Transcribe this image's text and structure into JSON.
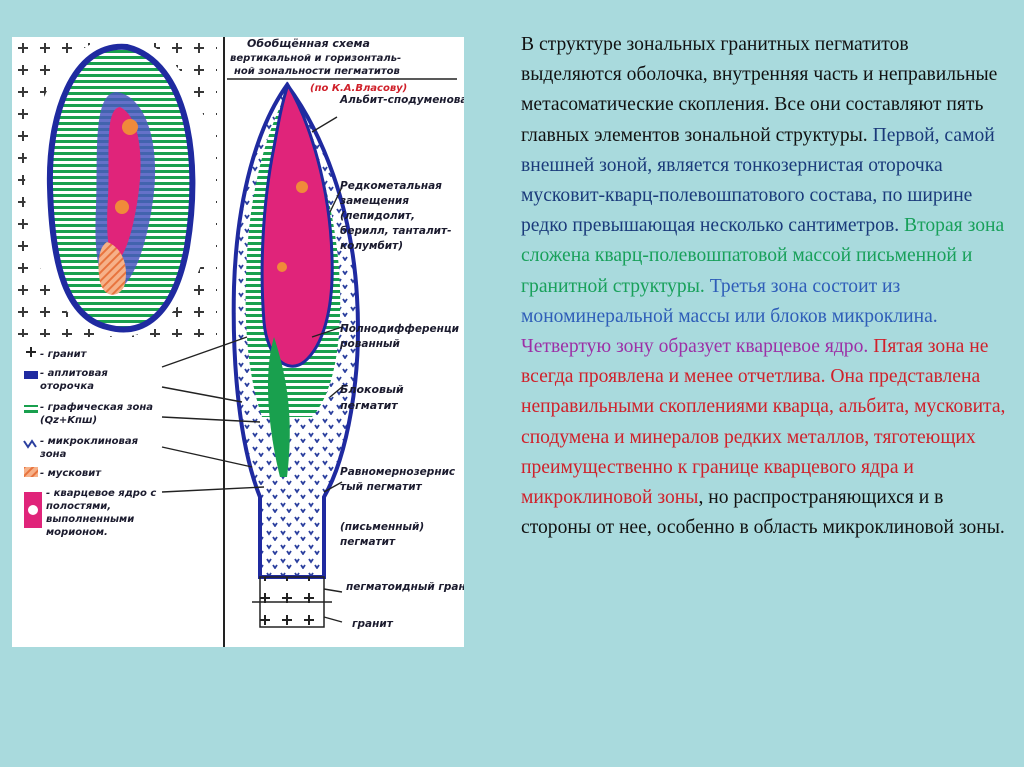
{
  "colors": {
    "background": "#a9dadd",
    "black": "#111111",
    "navy": "#1f3c88",
    "blue_dark": "#1a3a7a",
    "green": "#18a05a",
    "blue": "#2e5db8",
    "purple": "#9c2fa6",
    "red": "#d0202a"
  },
  "figure": {
    "title_lines": [
      "Обобщённая схема",
      "вертикальной и горизонталь-",
      "ной зональности пегматитов"
    ],
    "author": "(по К.А.Власову)",
    "legend": [
      {
        "label": "- гранит"
      },
      {
        "label": "- аплитовая оторочка"
      },
      {
        "label": "- графическая зона (Qz+Kпш)"
      },
      {
        "label": "- микроклиновая зона"
      },
      {
        "label": "- мусковит"
      },
      {
        "label": "- кварцевое ядро с полостями, выполненными морионом."
      }
    ],
    "right_labels": [
      "Альбит-сподуменовая",
      "Редкометальная замещения (лепидолит, берилл, танталит-колумбит)",
      "Полнодифференцированный",
      "Блоковый пегматит",
      "Равномернозернистый пегматит",
      "(письменный) пегматит",
      "пегматоидный гранит",
      "гранит"
    ]
  },
  "text": {
    "segments": [
      {
        "t": "В структуре зональных гранитных пегматитов выделяются оболочка, внутренняя часть и неправильные метасоматические скопления. Все они составляют пять главных элементов зональной структуры. ",
        "c": "#111111"
      },
      {
        "t": "Первой, самой внешней зоной, является тонкозернистая оторочка мусковит-кварц-полевошпатового состава, по ширине редко превышающая несколько сантиметров. ",
        "c": "#1a3a7a"
      },
      {
        "t": "Вторая зона сложена кварц-полевошпатовой массой письменной и гранитной структуры. ",
        "c": "#18a05a"
      },
      {
        "t": "Третья зона состоит из мономинеральной массы или блоков микроклина. ",
        "c": "#2e5db8"
      },
      {
        "t": "Четвертую зону образует кварцевое ядро. ",
        "c": "#9c2fa6"
      },
      {
        "t": "Пятая зона не всегда проявлена и менее отчетлива. Она представлена неправильными скоплениями кварца, альбита, мусковита, сподумена и минералов редких металлов, тяготеющих преимущественно к границе кварцевого ядра и микроклиновой зоны",
        "c": "#d0202a"
      },
      {
        "t": ", но распространяющихся и в стороны от нее, особенно в область микроклиновой зоны.",
        "c": "#111111"
      }
    ]
  }
}
